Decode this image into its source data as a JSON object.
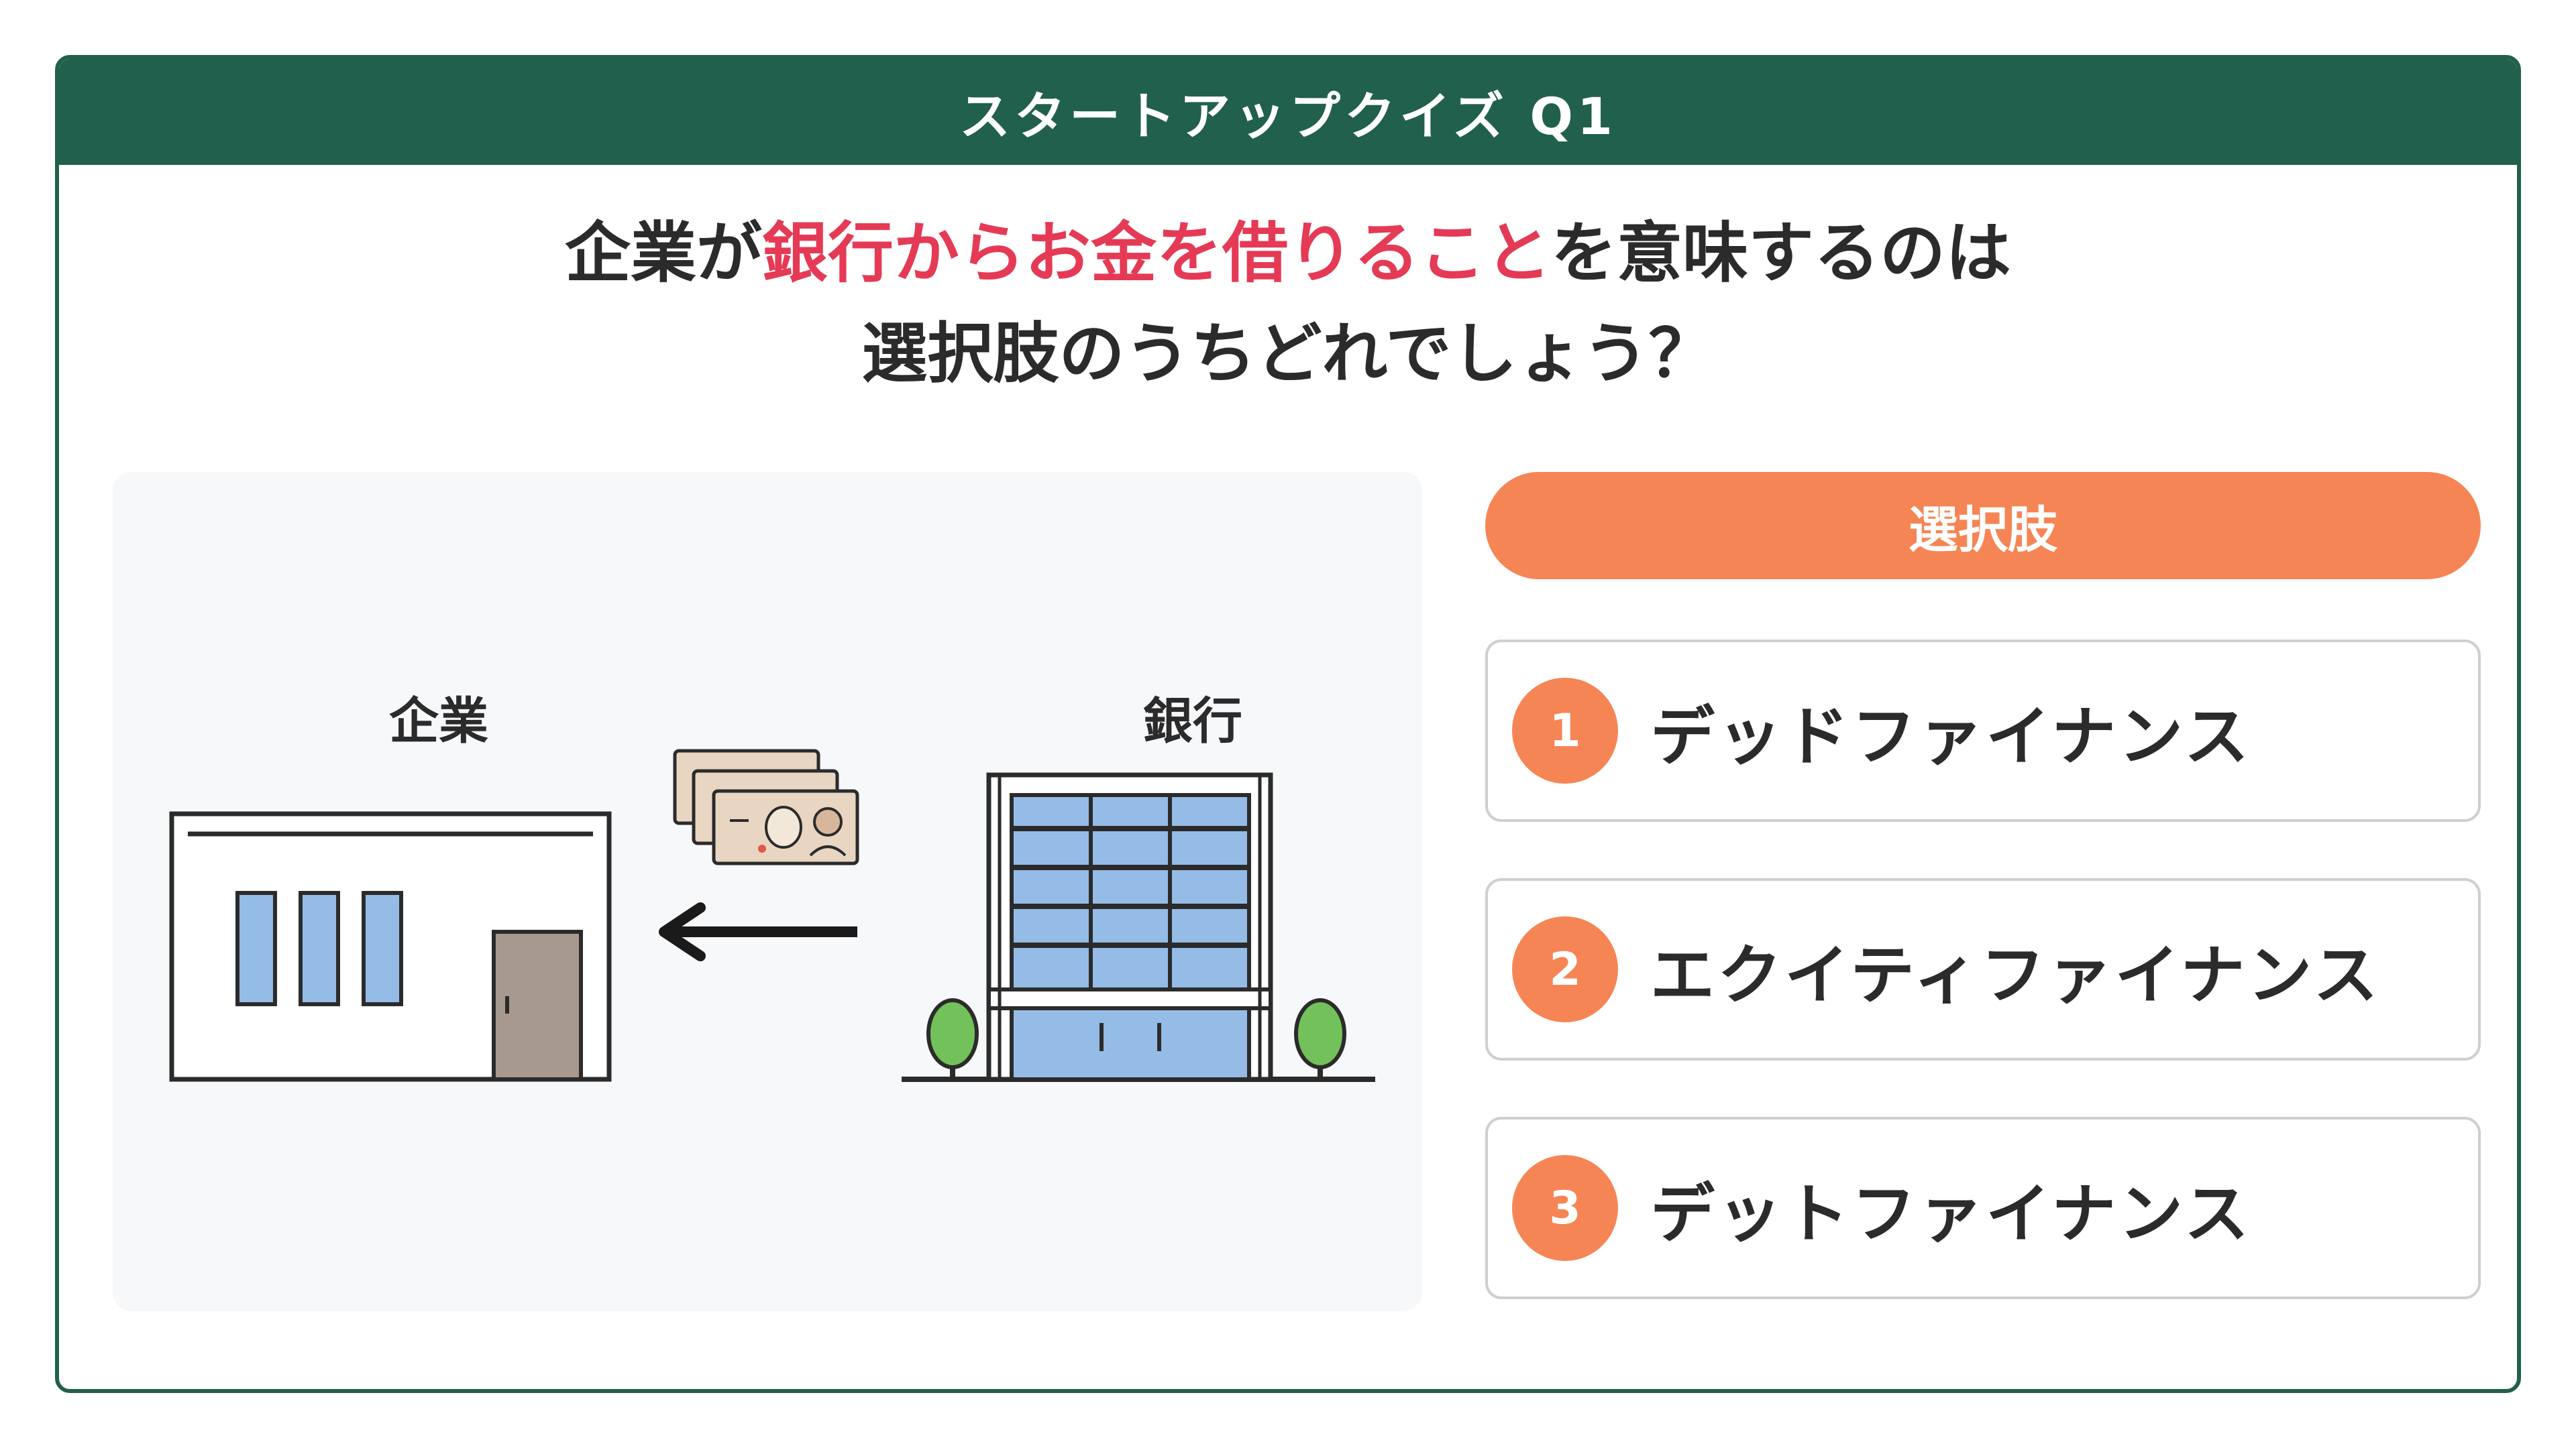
{
  "header": {
    "title": "スタートアップクイズ Q1"
  },
  "question": {
    "line1_prefix": "企業が",
    "line1_highlight": "銀行からお金を借りること",
    "line1_suffix": "を意味するのは",
    "line2": "選択肢のうちどれでしょう？",
    "highlight_color": "#e53a56"
  },
  "illustration": {
    "company_label": "企業",
    "bank_label": "銀行"
  },
  "choices": {
    "header": "選択肢",
    "items": [
      {
        "number": "1",
        "label": "デッドファイナンス"
      },
      {
        "number": "2",
        "label": "エクイティファイナンス"
      },
      {
        "number": "3",
        "label": "デットファイナンス"
      }
    ]
  },
  "colors": {
    "primary_green": "#22604e",
    "accent_orange": "#f68556",
    "highlight_red": "#e53a56"
  }
}
